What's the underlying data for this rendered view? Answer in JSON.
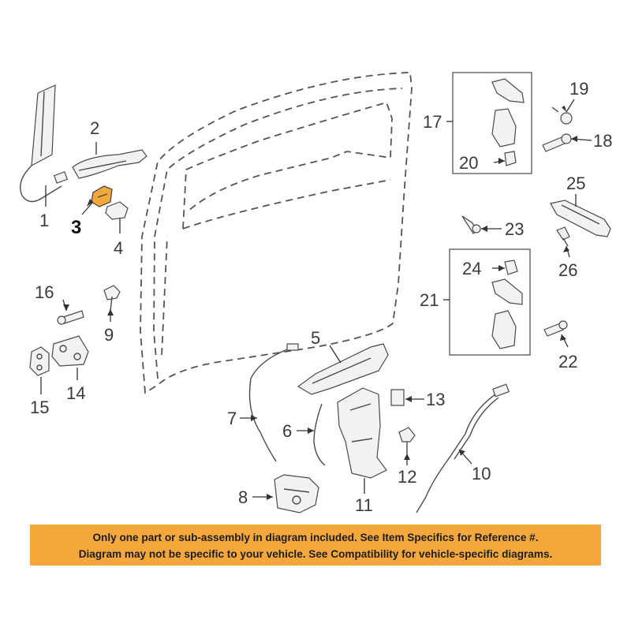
{
  "callouts": {
    "c1": "1",
    "c2": "2",
    "c3": "3",
    "c4": "4",
    "c5": "5",
    "c6": "6",
    "c7": "7",
    "c8": "8",
    "c9": "9",
    "c10": "10",
    "c11": "11",
    "c12": "12",
    "c13": "13",
    "c14": "14",
    "c15": "15",
    "c16": "16",
    "c17": "17",
    "c18": "18",
    "c19": "19",
    "c20": "20",
    "c21": "21",
    "c22": "22",
    "c23": "23",
    "c24": "24",
    "c25": "25",
    "c26": "26"
  },
  "highlighted_callout": "3",
  "notice": {
    "line1": "Only one part or sub-assembly in diagram included. See Item Specifics for Reference #.",
    "line2": "Diagram may not be specific to your vehicle. See Compatibility for vehicle-specific diagrams."
  },
  "colors": {
    "notice_bg": "#f4a73a",
    "highlight_part": "#f4a73a",
    "line": "#4a4a4a"
  }
}
